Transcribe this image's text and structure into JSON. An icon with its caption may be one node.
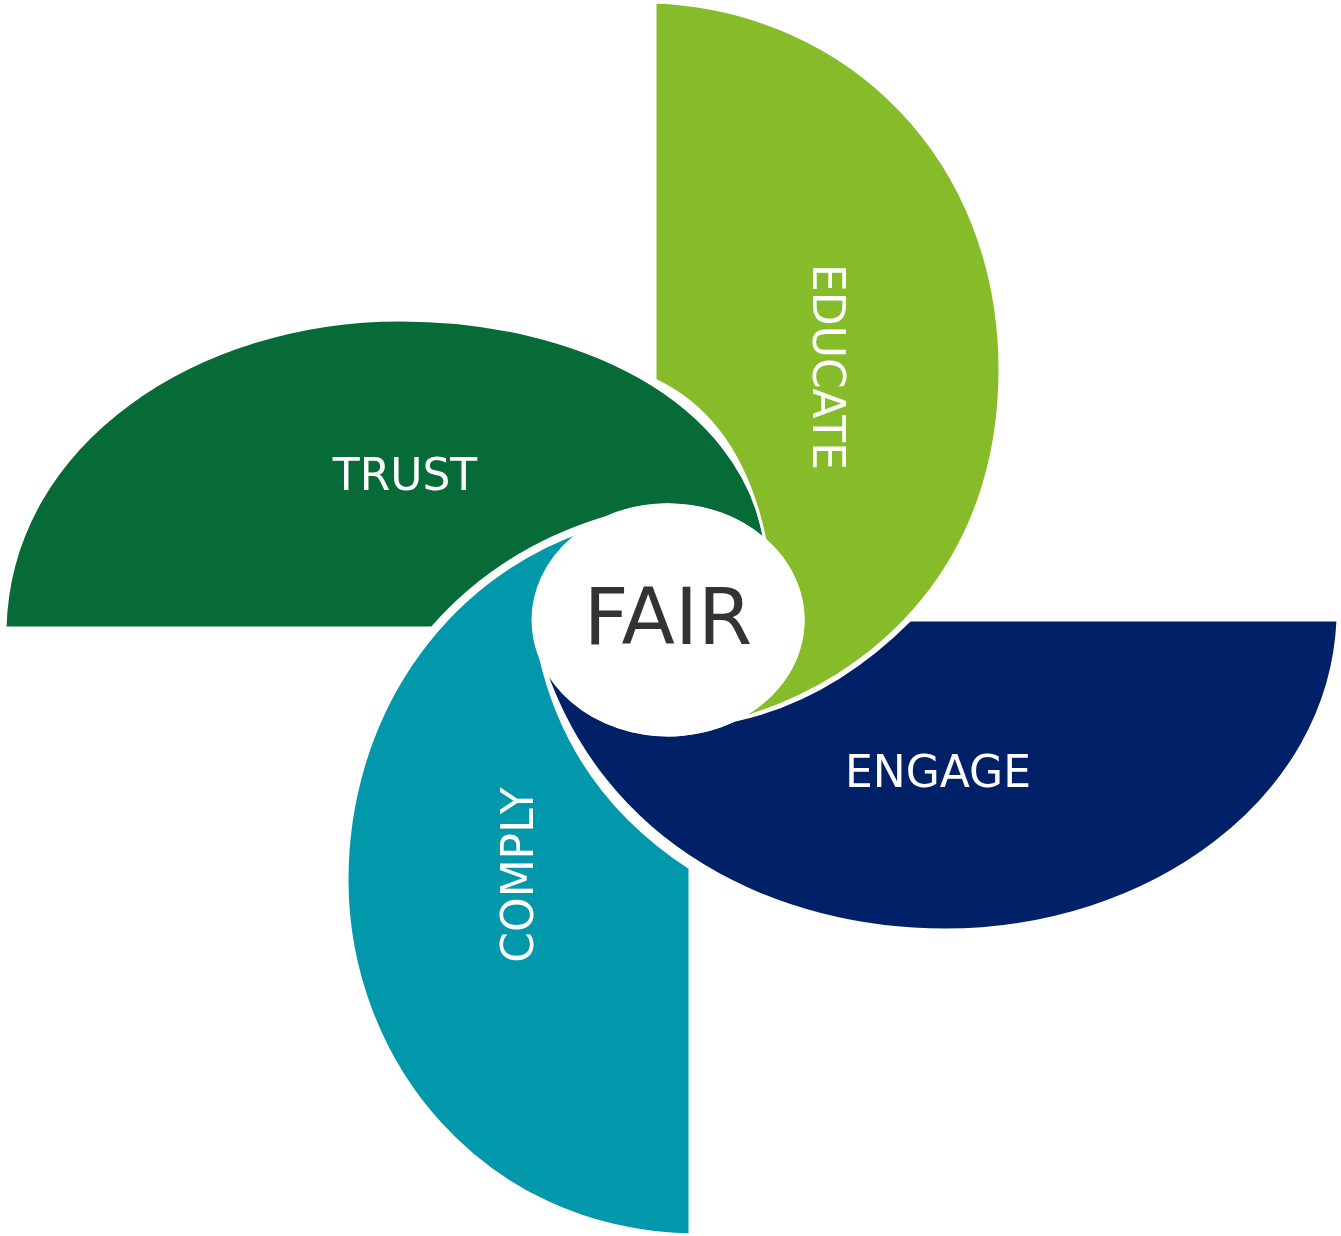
{
  "diagram": {
    "nodes": [
      {
        "text": [
          "EDUCATE"
        ]
      },
      {
        "text": [
          "TRUST"
        ]
      },
      {
        "text": [
          "FAIR"
        ]
      },
      {
        "text": [
          "ENGAGE"
        ]
      },
      {
        "text": [
          "COMPLY"
        ]
      }
    ]
  }
}
